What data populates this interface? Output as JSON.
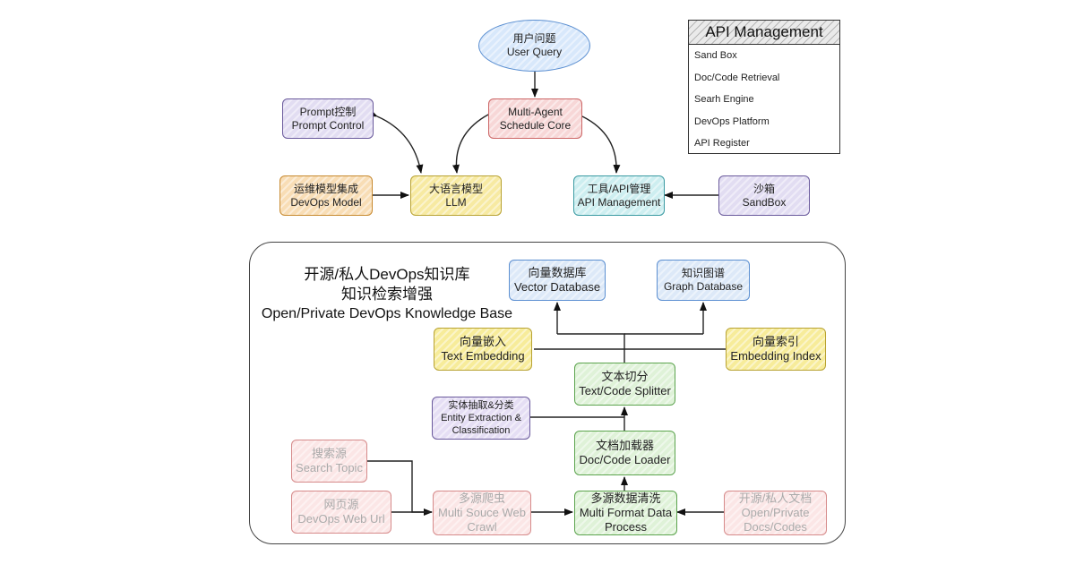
{
  "nodes": {
    "user_query": {
      "zh": "用户问题",
      "en": "User Query",
      "fill": "#d8e8fb",
      "stroke": "#5b8fd1"
    },
    "multi_agent": {
      "line1": "Multi-Agent",
      "line2": "Schedule Core",
      "fill": "#f7d7d7",
      "stroke": "#c66"
    },
    "prompt_control": {
      "zh": "Prompt控制",
      "en": "Prompt Control",
      "fill": "#e2ddf2",
      "stroke": "#6a5a9c"
    },
    "llm": {
      "zh": "大语言模型",
      "en": "LLM",
      "fill": "#f7eaa2",
      "stroke": "#b8a232"
    },
    "devops_model": {
      "zh": "运维模型集成",
      "en": "DevOps Model",
      "fill": "#f8ddb5",
      "stroke": "#c7892f"
    },
    "tool_api": {
      "zh": "工具/API管理",
      "en": "API Management",
      "fill": "#cdeef0",
      "stroke": "#3a9aa2"
    },
    "sandbox": {
      "zh": "沙箱",
      "en": "SandBox",
      "fill": "#e2ddf2",
      "stroke": "#6a5a9c"
    },
    "vector_db": {
      "zh": "向量数据库",
      "en": "Vector Database",
      "fill": "#dde9f8",
      "stroke": "#5b8fd1"
    },
    "graph_db": {
      "zh": "知识图谱",
      "en": "Graph Database",
      "fill": "#dde9f8",
      "stroke": "#5b8fd1"
    },
    "text_embedding": {
      "zh": "向量嵌入",
      "en": "Text Embedding",
      "fill": "#f7ec9a",
      "stroke": "#b8a232"
    },
    "embedding_index": {
      "zh": "向量索引",
      "en": "Embedding Index",
      "fill": "#f7ec9a",
      "stroke": "#b8a232"
    },
    "splitter": {
      "zh": "文本切分",
      "en": "Text/Code Splitter",
      "fill": "#dff2d8",
      "stroke": "#5ca44e"
    },
    "entity": {
      "zh": "实体抽取&分类",
      "en": "Entity Extraction &",
      "en2": "Classification",
      "fill": "#e5def4",
      "stroke": "#6a5a9c"
    },
    "loader": {
      "zh": "文档加载器",
      "en": "Doc/Code Loader",
      "fill": "#dff2d8",
      "stroke": "#5ca44e"
    },
    "search_topic": {
      "zh": "搜索源",
      "en": "Search Topic",
      "fill": "#fbe6e6",
      "stroke": "#d68a8a"
    },
    "web_url": {
      "zh": "网页源",
      "en": "DevOps Web Url",
      "fill": "#fbe6e6",
      "stroke": "#d68a8a"
    },
    "web_crawl": {
      "zh": "多源爬虫",
      "en": "Multi Souce Web",
      "en2": "Crawl",
      "fill": "#fbe6e6",
      "stroke": "#d68a8a"
    },
    "data_process": {
      "zh": "多源数据清洗",
      "en": "Multi Format Data",
      "en2": "Process",
      "fill": "#dff2d8",
      "stroke": "#5ca44e"
    },
    "private_docs": {
      "zh": "开源/私人文档",
      "en": "Open/Private",
      "en2": "Docs/Codes",
      "fill": "#fbe6e6",
      "stroke": "#d68a8a"
    }
  },
  "kb": {
    "title_zh_1": "开源/私人DevOps知识库",
    "title_zh_2": "知识检索增强",
    "title_en": "Open/Private DevOps Knowledge Base"
  },
  "api_management": {
    "header": "API Management",
    "items": [
      "Sand Box",
      "Doc/Code Retrieval",
      "Searh Engine",
      "DevOps Platform",
      "API  Register"
    ]
  }
}
